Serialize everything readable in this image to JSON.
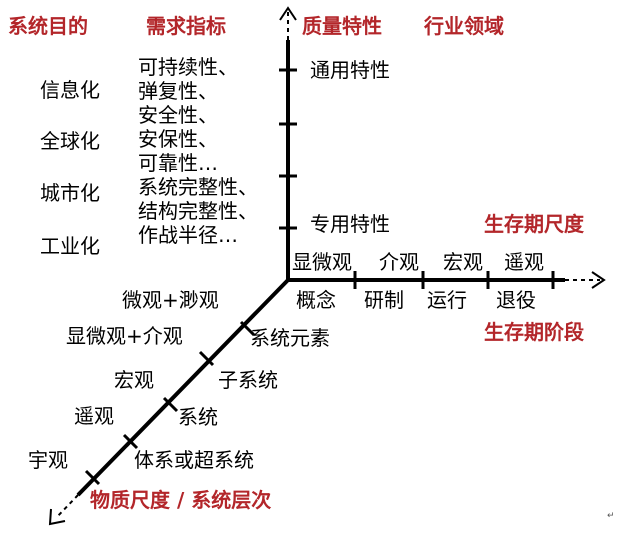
{
  "headers": {
    "system_goal": "系统目的",
    "demand_index": "需求指标",
    "quality_property": "质量特性",
    "industry_domain": "行业领域",
    "lifecycle_scale": "生存期尺度",
    "lifecycle_stage": "生存期阶段",
    "material_scale": "物质尺度 / 系统层次"
  },
  "goals": [
    "信息化",
    "全球化",
    "城市化",
    "工业化"
  ],
  "indicators": [
    "可持续性、",
    "弹复性、",
    "安全性、",
    "安保性、",
    "可靠性…",
    "系统完整性、",
    "结构完整性、",
    "作战半径…"
  ],
  "quality_labels": {
    "general": "通用特性",
    "specific": "专用特性"
  },
  "lifecycle_scales": [
    "显微观",
    "介观",
    "宏观",
    "遥观"
  ],
  "lifecycle_stages": [
    "概念",
    "研制",
    "运行",
    "退役"
  ],
  "scale_left": [
    "微观+渺观",
    "显微观+介观",
    "宏观",
    "遥观",
    "宇观"
  ],
  "level_right": [
    "系统元素",
    "子系统",
    "系统",
    "体系或超系统"
  ],
  "page_mark": "↵",
  "colors": {
    "accent_red": "#b3262a",
    "axis": "#000000"
  }
}
